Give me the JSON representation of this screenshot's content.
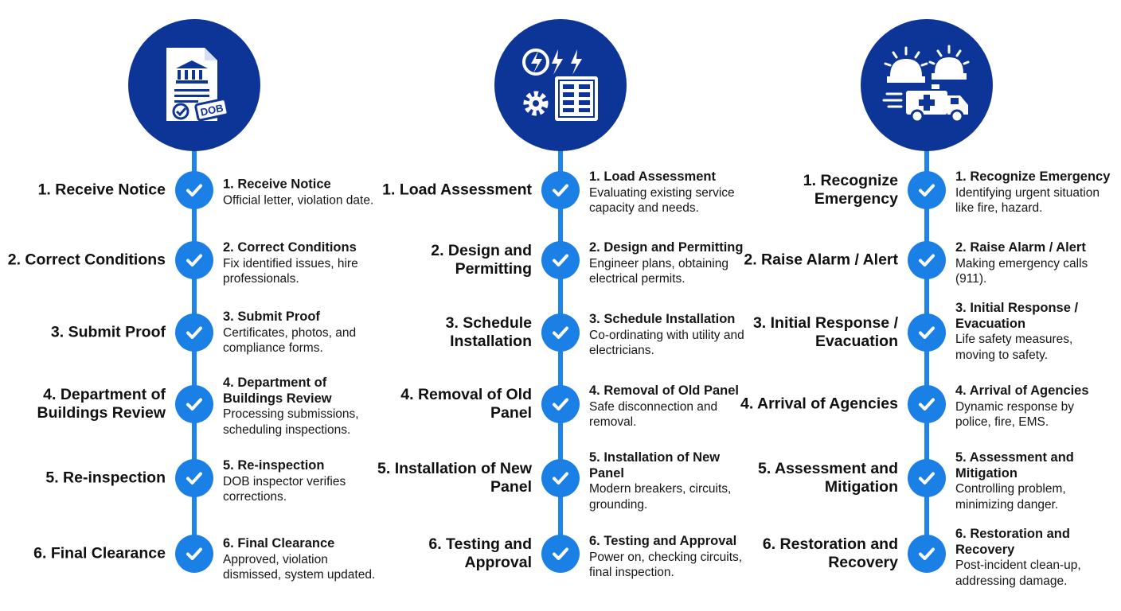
{
  "columns": [
    {
      "icon": "dob-document-icon",
      "icon_text": "DOB",
      "steps": [
        {
          "label": "1. Receive Notice",
          "title": "1. Receive Notice",
          "text": "Official letter, violation date."
        },
        {
          "label": "2. Correct Conditions",
          "title": "2. Correct Conditions",
          "text": "Fix identified issues, hire professionals."
        },
        {
          "label": "3. Submit Proof",
          "title": "3. Submit Proof",
          "text": "Certificates, photos, and compliance forms."
        },
        {
          "label": "4. Department of Buildings Review",
          "title": "4. Department of Buildings Review",
          "text": "Processing submissions, scheduling inspections."
        },
        {
          "label": "5. Re-inspection",
          "title": "5. Re-inspection",
          "text": "DOB inspector verifies corrections."
        },
        {
          "label": "6. Final Clearance",
          "title": "6. Final Clearance",
          "text": "Approved, violation dismissed, system updated."
        }
      ]
    },
    {
      "icon": "electrical-panel-icon",
      "steps": [
        {
          "label": "1. Load Assessment",
          "title": "1. Load Assessment",
          "text": "Evaluating existing service capacity and needs."
        },
        {
          "label": "2. Design and Permitting",
          "title": "2. Design and Permitting",
          "text": "Engineer plans, obtaining electrical permits."
        },
        {
          "label": "3. Schedule Installation",
          "title": "3. Schedule Installation",
          "text": "Co-ordinating with utility and electricians."
        },
        {
          "label": "4. Removal of Old Panel",
          "title": "4. Removal of Old Panel",
          "text": "Safe disconnection and removal."
        },
        {
          "label": "5. Installation of New Panel",
          "title": "5. Installation of New Panel",
          "text": "Modern breakers, circuits, grounding."
        },
        {
          "label": "6. Testing and Approval",
          "title": "6. Testing and Approval",
          "text": "Power on, checking circuits, final inspection."
        }
      ]
    },
    {
      "icon": "emergency-response-icon",
      "steps": [
        {
          "label": "1. Recognize Emergency",
          "title": "1. Recognize Emergency",
          "text": "Identifying urgent situation like fire, hazard."
        },
        {
          "label": "2. Raise Alarm / Alert",
          "title": "2. Raise Alarm / Alert",
          "text": "Making emergency calls (911)."
        },
        {
          "label": "3. Initial Response / Evacuation",
          "title": "3. Initial Response / Evacuation",
          "text": "Life safety measures, moving to safety."
        },
        {
          "label": "4. Arrival of Agencies",
          "title": "4. Arrival of Agencies",
          "text": "Dynamic response by police, fire, EMS."
        },
        {
          "label": "5. Assessment and Mitigation",
          "title": "5. Assessment and Mitigation",
          "text": "Controlling problem, minimizing danger."
        },
        {
          "label": "6. Restoration and Recovery",
          "title": "6. Restoration and Recovery",
          "text": "Post-incident clean-up, addressing damage."
        }
      ]
    }
  ]
}
